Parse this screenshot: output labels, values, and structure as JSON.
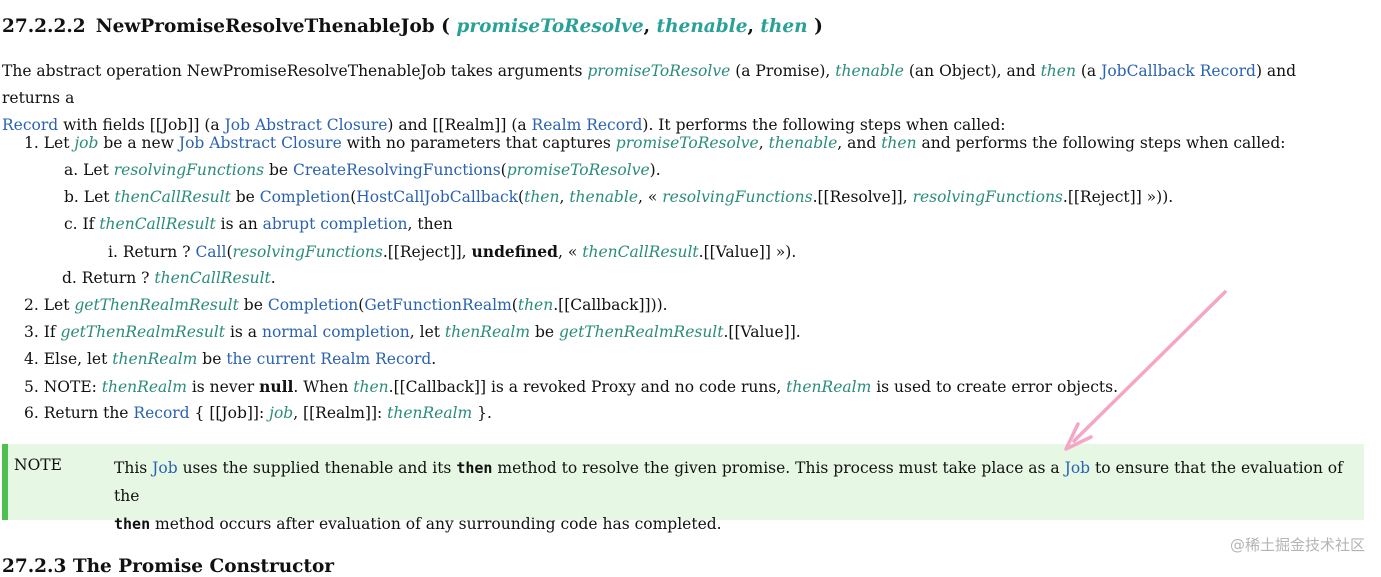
{
  "heading": {
    "section_number": "27.2.2.2",
    "name": "NewPromiseResolveThenableJob",
    "open_paren": "(",
    "params": [
      "promiseToResolve",
      "thenable",
      "then"
    ],
    "comma": ",",
    "close_paren": ")"
  },
  "intro": {
    "t1": "The abstract operation NewPromiseResolveThenableJob takes arguments ",
    "v1": "promiseToResolve",
    "t2": " (a Promise), ",
    "v2": "thenable",
    "t3": " (an Object), and ",
    "v3": "then",
    "t4": " (a ",
    "l1": "JobCallback Record",
    "t5": ") and returns a ",
    "l2": "Record",
    "t6": " with fields [[Job]] (a ",
    "l3": "Job Abstract Closure",
    "t7": ") and [[Realm]] (a ",
    "l4": "Realm Record",
    "t8": "). It performs the following steps when called:"
  },
  "steps": {
    "s1": {
      "marker": "1.",
      "t1": " Let ",
      "v1": "job",
      "t2": " be a new ",
      "l1": "Job Abstract Closure",
      "t3": " with no parameters that captures ",
      "v2": "promiseToResolve",
      "t4": ", ",
      "v3": "thenable",
      "t5": ", and ",
      "v4": "then",
      "t6": " and performs the following steps when called:"
    },
    "s1a": {
      "marker": "a.",
      "t1": " Let ",
      "v1": "resolvingFunctions",
      "t2": " be ",
      "l1": "CreateResolvingFunctions",
      "t3": "(",
      "v2": "promiseToResolve",
      "t4": ")."
    },
    "s1b": {
      "marker": "b.",
      "t1": " Let ",
      "v1": "thenCallResult",
      "t2": " be ",
      "l1": "Completion",
      "t3": "(",
      "l2": "HostCallJobCallback",
      "t4": "(",
      "v2": "then",
      "t5": ", ",
      "v3": "thenable",
      "t6": ", « ",
      "v4": "resolvingFunctions",
      "t7": ".[[Resolve]], ",
      "v5": "resolvingFunctions",
      "t8": ".[[Reject]] »))."
    },
    "s1c": {
      "marker": "c.",
      "t1": " If ",
      "v1": "thenCallResult",
      "t2": " is an ",
      "l1": "abrupt completion",
      "t3": ", then"
    },
    "s1ci": {
      "marker": "i.",
      "t1": " Return ? ",
      "l1": "Call",
      "t2": "(",
      "v1": "resolvingFunctions",
      "t3": ".[[Reject]], ",
      "b1": "undefined",
      "t4": ", « ",
      "v2": "thenCallResult",
      "t5": ".[[Value]] »)."
    },
    "s1d": {
      "marker": "d.",
      "t1": " Return ? ",
      "v1": "thenCallResult",
      "t2": "."
    },
    "s2": {
      "marker": "2.",
      "t1": " Let ",
      "v1": "getThenRealmResult",
      "t2": " be ",
      "l1": "Completion",
      "t3": "(",
      "l2": "GetFunctionRealm",
      "t4": "(",
      "v2": "then",
      "t5": ".[[Callback]]))."
    },
    "s3": {
      "marker": "3.",
      "t1": " If ",
      "v1": "getThenRealmResult",
      "t2": " is a ",
      "l1": "normal completion",
      "t3": ", let ",
      "v2": "thenRealm",
      "t4": " be ",
      "v3": "getThenRealmResult",
      "t5": ".[[Value]]."
    },
    "s4": {
      "marker": "4.",
      "t1": " Else, let ",
      "v1": "thenRealm",
      "t2": " be ",
      "l1": "the current Realm Record",
      "t3": "."
    },
    "s5": {
      "marker": "5.",
      "t1": " NOTE: ",
      "v1": "thenRealm",
      "t2": " is never ",
      "b1": "null",
      "t3": ". When ",
      "v2": "then",
      "t4": ".[[Callback]] is a revoked Proxy and no code runs, ",
      "v3": "thenRealm",
      "t5": " is used to create error objects."
    },
    "s6": {
      "marker": "6.",
      "t1": " Return the ",
      "l1": "Record",
      "t2": " { [[Job]]: ",
      "v1": "job",
      "t3": ", [[Realm]]: ",
      "v2": "thenRealm",
      "t4": " }."
    }
  },
  "note": {
    "label": "NOTE",
    "t1": "This ",
    "l1": "Job",
    "t2": " uses the supplied thenable and its ",
    "c1": "then",
    "t3": " method to resolve the given promise. This process must take place as a ",
    "l2": "Job",
    "t4": " to ensure that the evaluation of the ",
    "c2": "then",
    "t5": " method occurs after evaluation of any surrounding code has completed."
  },
  "next_heading": {
    "section_number": "27.2.3",
    "title": "The Promise Constructor"
  },
  "watermark": "@稀土掘金技术社区",
  "colors": {
    "variable": "#2a8c7a",
    "link": "#2b62b0",
    "note_background": "#e6f8e4",
    "note_border": "#4fbf4f",
    "annotation_arrow": "#f4a7c5"
  },
  "annotation": {
    "icon": "arrow-annotation-icon"
  }
}
